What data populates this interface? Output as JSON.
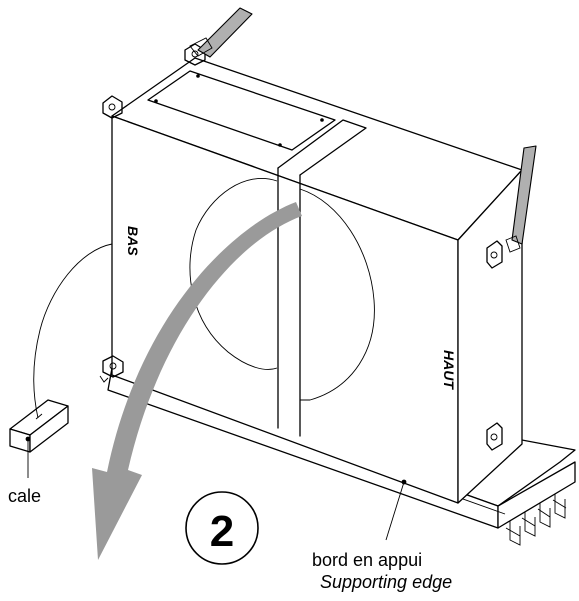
{
  "labels": {
    "bottom_side": "BAS",
    "top_side": "HAUT",
    "wedge": "cale",
    "step_number": "2",
    "edge_fr": "bord en appui",
    "edge_en": "Supporting edge"
  },
  "colors": {
    "arrow": "#9a9a9a",
    "strap": "#b0b0b0",
    "line": "#000000"
  }
}
